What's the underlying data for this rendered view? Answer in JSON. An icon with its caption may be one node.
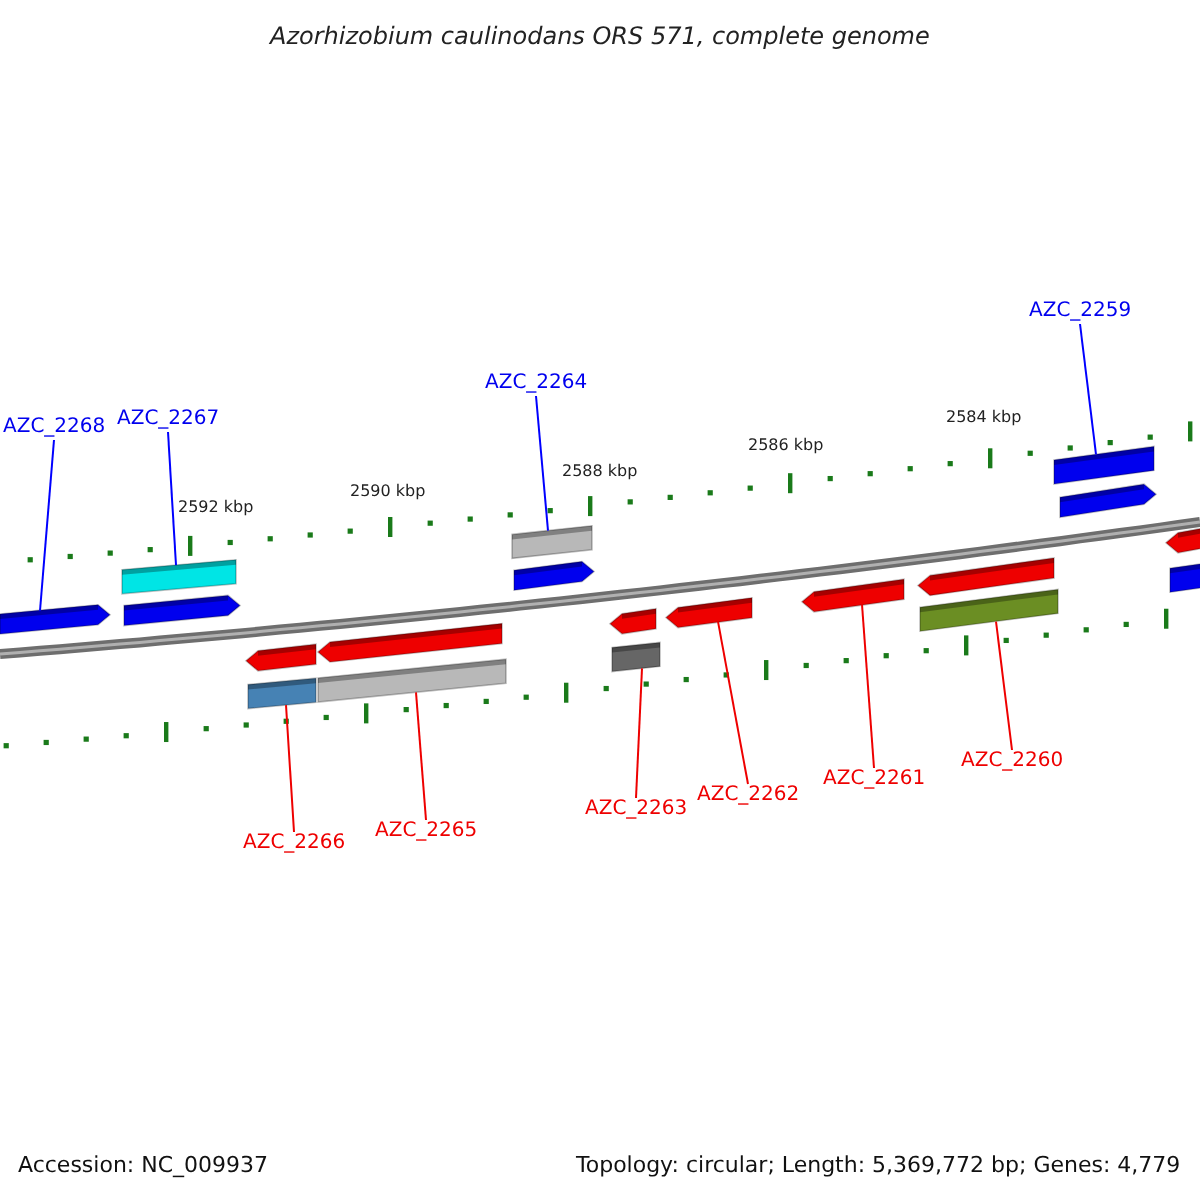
{
  "diagram": {
    "title": "Azorhizobium caulinodans ORS 571, complete genome",
    "nodes": [
      {
        "text": [
          "AZC_2268"
        ]
      },
      {
        "text": [
          "AZC_2267"
        ]
      },
      {
        "text": [
          "AZC_2264"
        ]
      },
      {
        "text": [
          "AZC_2259"
        ]
      },
      {
        "text": [
          "AZC_2266"
        ]
      },
      {
        "text": [
          "AZC_2265"
        ]
      },
      {
        "text": [
          "AZC_2263"
        ]
      },
      {
        "text": [
          "AZC_2262"
        ]
      },
      {
        "text": [
          "AZC_2261"
        ]
      },
      {
        "text": [
          "AZC_2260"
        ]
      },
      {
        "text": [],
        "shape": "pentagon"
      },
      {
        "text": [],
        "shape": "bar"
      },
      {
        "text": [],
        "shape": "pentagon"
      },
      {
        "text": [],
        "shape": "pentagon"
      },
      {
        "text": [],
        "shape": "bar"
      },
      {
        "text": [],
        "shape": "pentagon"
      },
      {
        "text": [],
        "shape": "bar"
      },
      {
        "text": [],
        "shape": "bar"
      },
      {
        "text": [],
        "shape": "pentagon"
      },
      {
        "text": [],
        "shape": "pentagon"
      },
      {
        "text": [],
        "shape": "bar"
      },
      {
        "text": [],
        "shape": "pentagon"
      },
      {
        "text": [],
        "shape": "pentagon"
      },
      {
        "text": [],
        "shape": "pentagon"
      },
      {
        "text": [],
        "shape": "bar"
      },
      {
        "text": [],
        "shape": "bar"
      },
      {
        "text": [],
        "shape": "pentagon"
      },
      {
        "text": [],
        "shape": "pentagon"
      },
      {
        "text": [],
        "shape": "bar"
      }
    ],
    "edges": [
      {
        "from": 0,
        "to": 10,
        "arrow": "none",
        "color": "#0000ff"
      },
      {
        "from": 1,
        "to": 11,
        "arrow": "none",
        "color": "#0000ff"
      },
      {
        "from": 2,
        "to": 17,
        "arrow": "none",
        "color": "#0000ff"
      },
      {
        "from": 3,
        "to": 25,
        "arrow": "none",
        "color": "#0000ff"
      },
      {
        "from": 4,
        "to": 14,
        "arrow": "none"
      },
      {
        "from": 5,
        "to": 16,
        "arrow": "none"
      },
      {
        "from": 6,
        "to": 20,
        "arrow": "none"
      },
      {
        "from": 7,
        "to": 21,
        "arrow": "none"
      },
      {
        "from": 8,
        "to": 22,
        "arrow": "none"
      },
      {
        "from": 9,
        "to": 24,
        "arrow": "none"
      }
    ],
    "labels": [
      "2592 kbp",
      "2590 kbp",
      "2588 kbp",
      "2586 kbp",
      "2584 kbp",
      "Accession: NC_009937",
      "Topology: circular; Length: 5,369,772 bp; Genes: 4,779"
    ]
  }
}
